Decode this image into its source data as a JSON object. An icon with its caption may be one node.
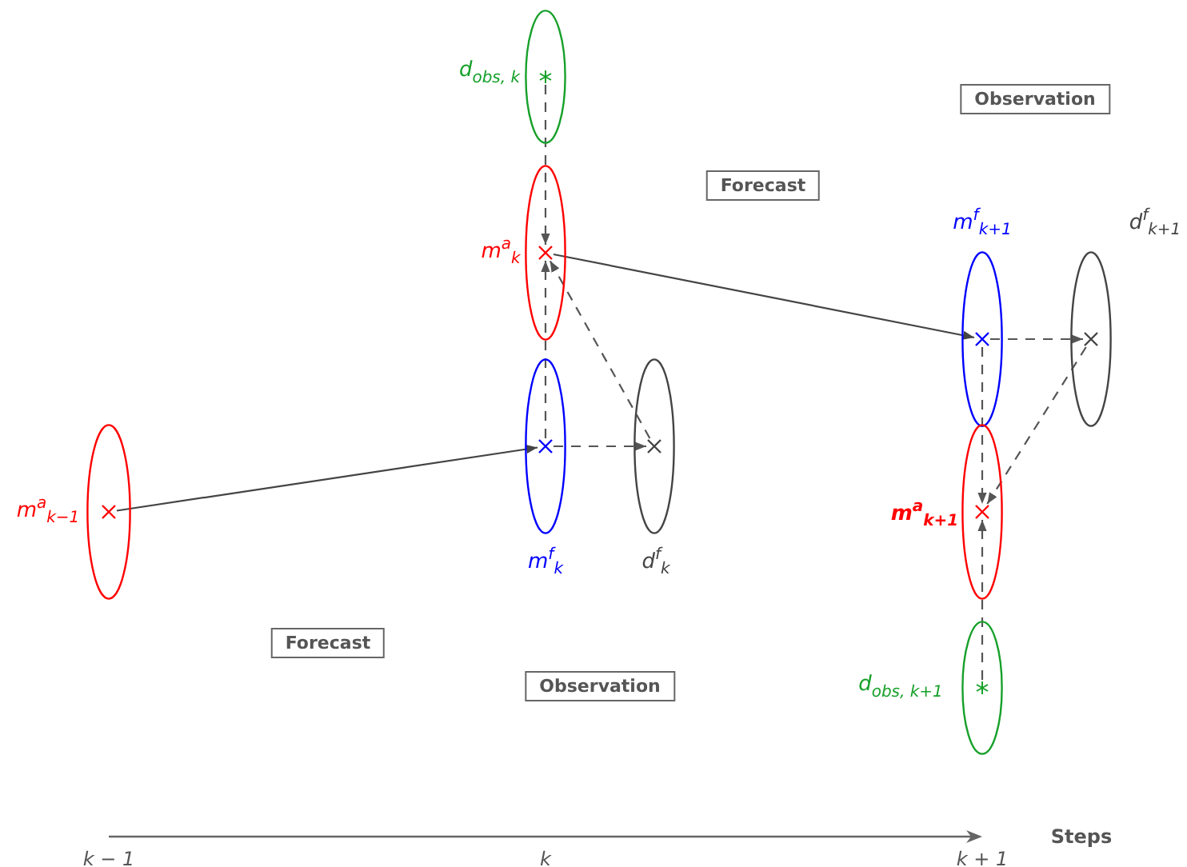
{
  "diagram": {
    "nodes": [
      {
        "text": [],
        "shape": "ellipse",
        "beside": [
          "m$^{a}$$_{k−1}$"
        ]
      },
      {
        "text": [],
        "shape": "cross",
        "in": 0
      },
      {
        "text": [],
        "shape": "ellipse",
        "beside": [
          "d$_{obs, k}$"
        ]
      },
      {
        "text": [],
        "shape": "star",
        "in": 2
      },
      {
        "text": [],
        "shape": "ellipse",
        "beside": [
          "m$^{a}$$_{k}$"
        ]
      },
      {
        "text": [],
        "shape": "cross",
        "in": 4
      },
      {
        "text": [],
        "shape": "ellipse",
        "beside": [
          "m$^{f}$$_{k}$"
        ]
      },
      {
        "text": [],
        "shape": "cross",
        "in": 6
      },
      {
        "text": [],
        "shape": "ellipse",
        "beside": [
          "d$^{f}$$_{k}$"
        ]
      },
      {
        "text": [],
        "shape": "cross",
        "in": 8
      },
      {
        "text": [],
        "shape": "ellipse",
        "beside": [
          "m$^{f}$$_{k+1}$"
        ]
      },
      {
        "text": [],
        "shape": "cross",
        "in": 10
      },
      {
        "text": [],
        "shape": "ellipse",
        "beside": [
          "d$^{f}$$_{k+1}$"
        ]
      },
      {
        "text": [],
        "shape": "cross",
        "in": 12
      },
      {
        "text": [],
        "shape": "ellipse",
        "beside": [
          "m$^{a}$$_{k+1}$"
        ]
      },
      {
        "text": [],
        "shape": "cross",
        "in": 14
      },
      {
        "text": [],
        "shape": "ellipse",
        "beside": [
          "d$_{obs, k+1}$"
        ]
      },
      {
        "text": [],
        "shape": "star",
        "in": 16
      },
      {
        "text": [
          "Observation"
        ]
      },
      {
        "text": [
          "Forecast"
        ]
      },
      {
        "text": [
          "Forecast"
        ]
      },
      {
        "text": [
          "Observation"
        ]
      }
    ],
    "edges": [
      {
        "from": 1,
        "to": 7,
        "arrow": "to"
      },
      {
        "from": 3,
        "to": 5,
        "arrow": "to",
        "style": "dashed"
      },
      {
        "from": 7,
        "to": 5,
        "arrow": "to",
        "style": "dashed"
      },
      {
        "from": 7,
        "to": 9,
        "arrow": "to",
        "style": "dashed"
      },
      {
        "from": 9,
        "to": 5,
        "arrow": "to",
        "style": "dashed"
      },
      {
        "from": 5,
        "to": 11,
        "arrow": "to"
      },
      {
        "from": 11,
        "to": 13,
        "arrow": "to",
        "style": "dashed"
      },
      {
        "from": 11,
        "to": 15,
        "arrow": "to",
        "style": "dashed"
      },
      {
        "from": 17,
        "to": 15,
        "arrow": "to",
        "style": "dashed"
      },
      {
        "from": 13,
        "to": 15,
        "arrow": "to",
        "style": "dashed"
      }
    ],
    "labels": [
      "k − 1",
      "k",
      "k + 1",
      "Steps"
    ]
  }
}
